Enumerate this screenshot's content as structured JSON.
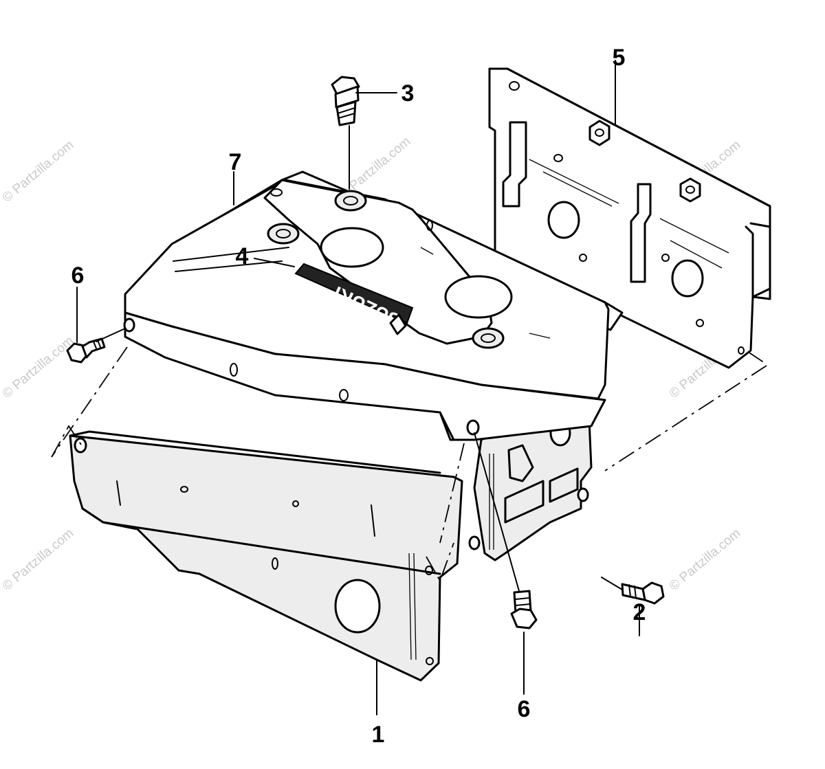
{
  "diagram": {
    "callouts": {
      "c1": "1",
      "c2": "2",
      "c3": "3",
      "c4": "4",
      "c5": "5",
      "c6_left": "6",
      "c6_bottom": "6",
      "c7": "7"
    },
    "decal": {
      "brand": "SUZUKI",
      "subtitle": "powered by"
    },
    "watermark": "© Partzilla.com"
  }
}
